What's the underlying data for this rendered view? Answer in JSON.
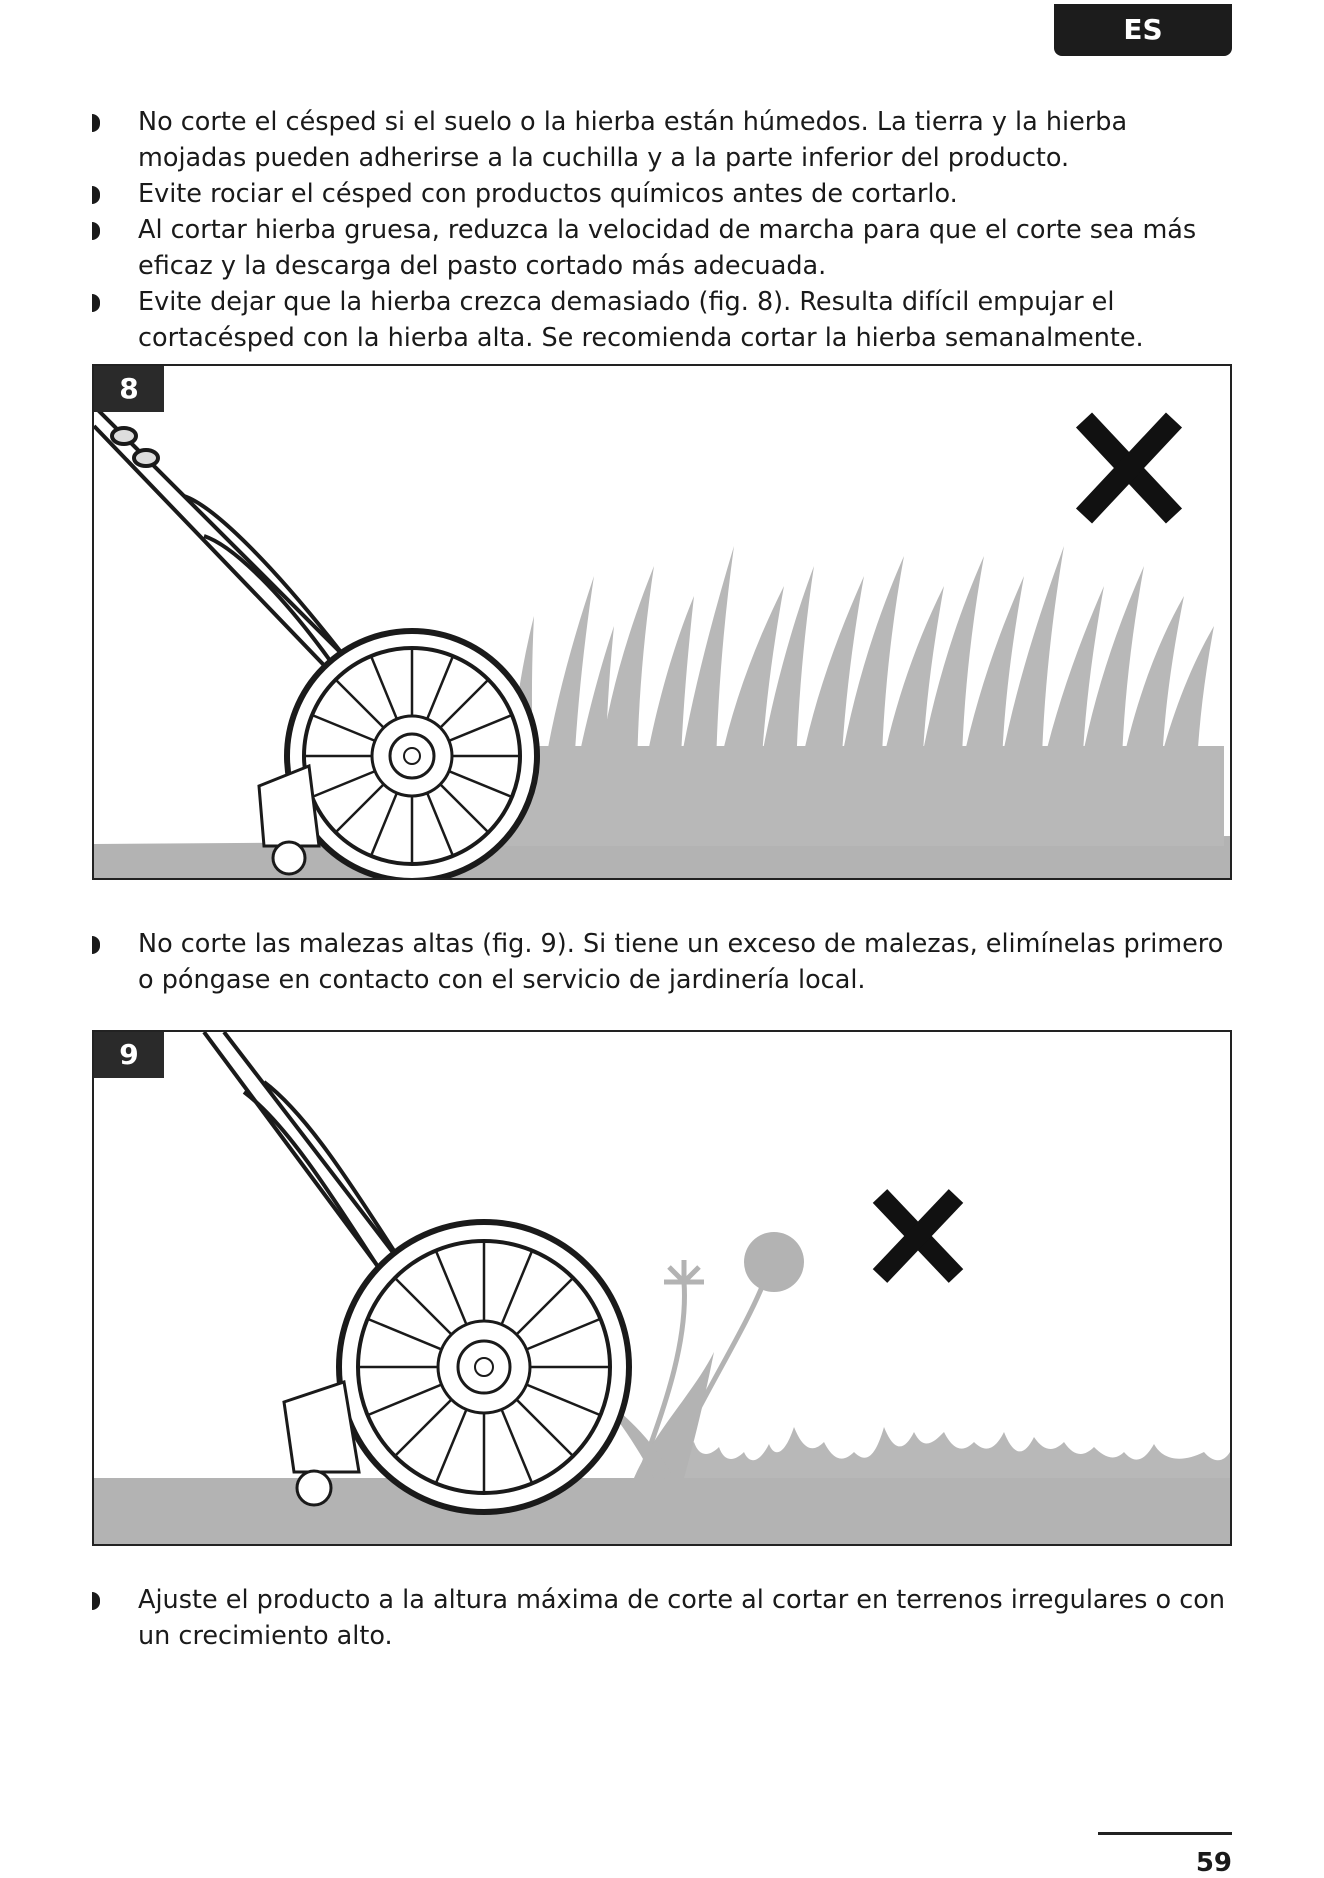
{
  "header": {
    "language": "ES"
  },
  "bullets_top": [
    "No corte el césped si el suelo o la hierba están húmedos. La tierra y la hierba mojadas pueden adherirse a la cuchilla y a la parte inferior del producto.",
    "Evite rociar el césped con productos químicos antes de cortarlo.",
    "Al cortar hierba gruesa, reduzca la velocidad de marcha para que el corte sea más eficaz y la descarga del pasto cortado más adecuada.",
    "Evite dejar que la hierba crezca demasiado (fig. 8). Resulta difícil empujar el cortacésped con la hierba alta. Se recomienda cortar la hierba semanalmente."
  ],
  "figure_8": {
    "number": "8"
  },
  "bullets_middle": [
    "No corte las malezas altas (fig. 9). Si tiene un exceso de malezas, elimínelas primero o póngase en contacto con el servicio de jardinería local."
  ],
  "figure_9": {
    "number": "9"
  },
  "bullets_bottom": [
    "Ajuste el producto a la altura máxima de corte al cortar en terrenos irregulares o con un crecimiento alto."
  ],
  "footer": {
    "page_number": "59"
  },
  "colors": {
    "grass": "#b3b3b3",
    "ink": "#1a1a1a"
  }
}
